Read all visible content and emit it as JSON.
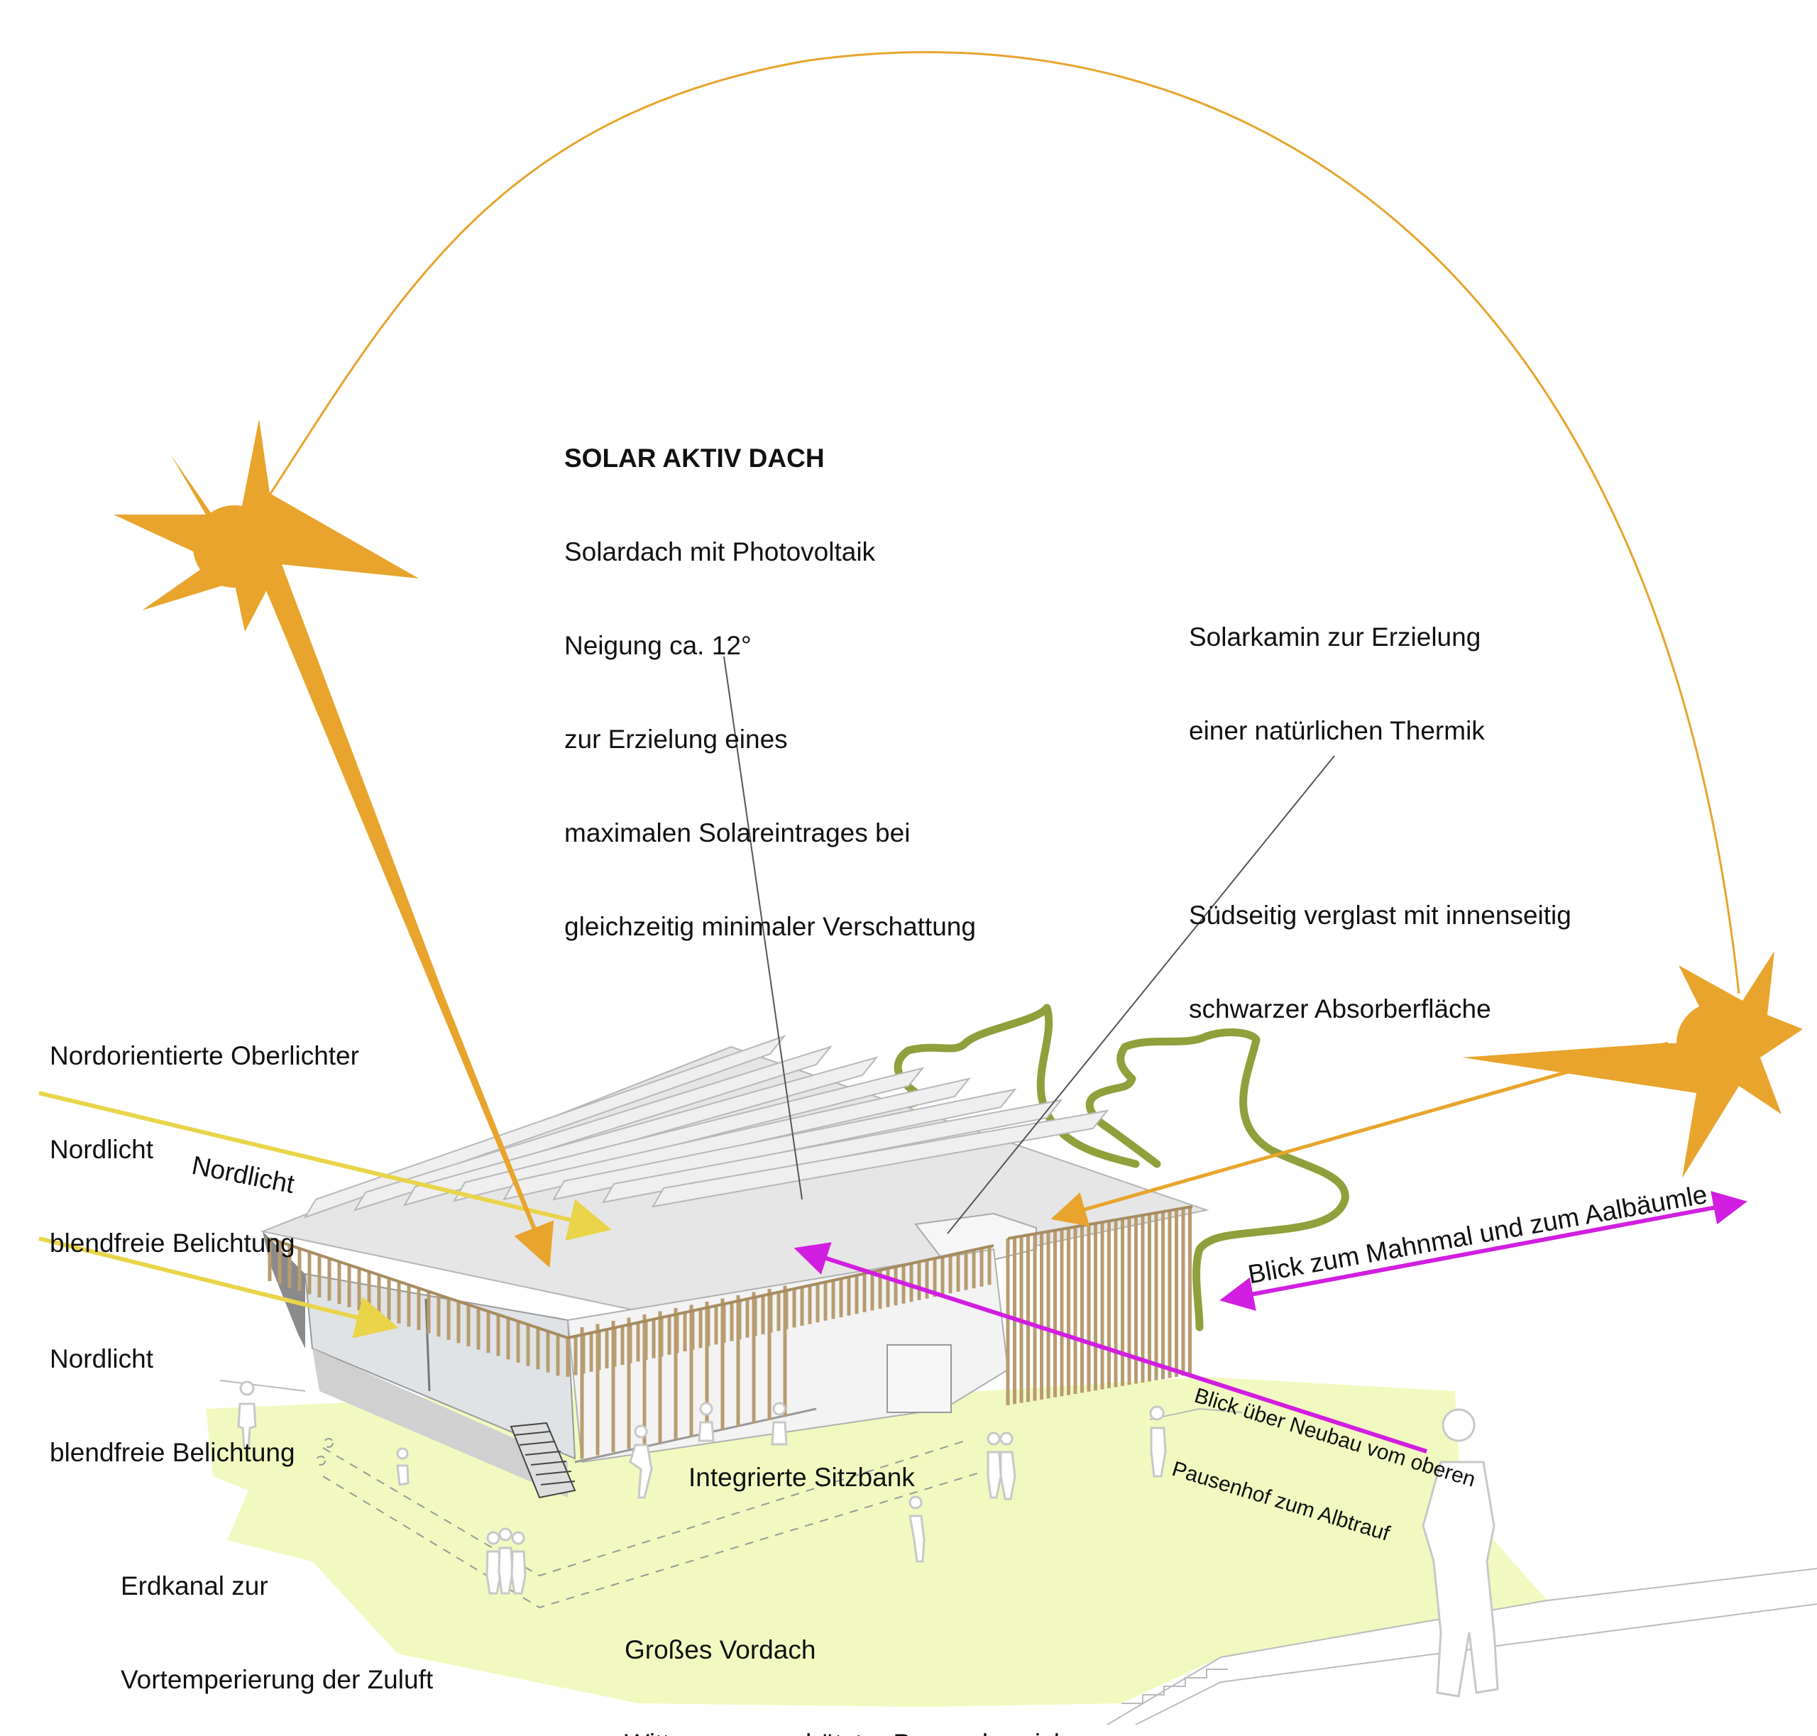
{
  "labels": {
    "solar_title": "SOLAR AKTIV DACH",
    "solar_lines": [
      "Solardach mit Photovoltaik",
      "Neigung ca. 12°",
      "zur Erzielung eines",
      "maximalen Solareintrages bei",
      "gleichzeitig minimaler Verschattung"
    ],
    "kamin_lines": [
      "Solarkamin zur Erzielung",
      "einer natürlichen Thermik",
      "",
      "Südseitig verglast mit innenseitig",
      "schwarzer Absorberfläche"
    ],
    "oberlicht_lines": [
      "Nordorientierte Oberlichter",
      "Nordlicht",
      "blendfreie Belichtung"
    ],
    "nordlicht_arrow": "Nordlicht",
    "nordlicht2_lines": [
      "Nordlicht",
      "blendfreie Belichtung"
    ],
    "blick1": "Blick zum Mahnmal und zum Aalbäumle",
    "blick2_lines": [
      "Blick über Neubau vom oberen",
      "Pausenhof zum Albtrauf"
    ],
    "sitzbank": "Integrierte Sitzbank",
    "erdkanal_lines": [
      "Erdkanal zur",
      "Vortemperierung der Zuluft"
    ],
    "vordach_lines": [
      "Großes Vordach",
      "Witterungsgeschützter Pausenbereich"
    ]
  },
  "colors": {
    "sun": "#e8a42c",
    "nordlicht": "#e9d44a",
    "view": "#d21ee0",
    "tree": "#8fa03c",
    "ground": "#f2f9c0"
  }
}
